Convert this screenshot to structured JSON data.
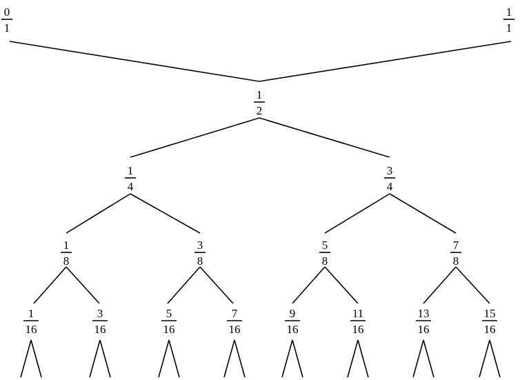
{
  "diagram": {
    "nodes": [
      {
        "id": "n0_1",
        "numerator": "0",
        "denominator": "1"
      },
      {
        "id": "n1_1",
        "numerator": "1",
        "denominator": "1"
      },
      {
        "id": "n1_2",
        "numerator": "1",
        "denominator": "2"
      },
      {
        "id": "n1_4",
        "numerator": "1",
        "denominator": "4"
      },
      {
        "id": "n3_4",
        "numerator": "3",
        "denominator": "4"
      },
      {
        "id": "n1_8",
        "numerator": "1",
        "denominator": "8"
      },
      {
        "id": "n3_8",
        "numerator": "3",
        "denominator": "8"
      },
      {
        "id": "n5_8",
        "numerator": "5",
        "denominator": "8"
      },
      {
        "id": "n7_8",
        "numerator": "7",
        "denominator": "8"
      },
      {
        "id": "n1_16",
        "numerator": "1",
        "denominator": "16"
      },
      {
        "id": "n3_16",
        "numerator": "3",
        "denominator": "16"
      },
      {
        "id": "n5_16",
        "numerator": "5",
        "denominator": "16"
      },
      {
        "id": "n7_16",
        "numerator": "7",
        "denominator": "16"
      },
      {
        "id": "n9_16",
        "numerator": "9",
        "denominator": "16"
      },
      {
        "id": "n11_16",
        "numerator": "11",
        "denominator": "16"
      },
      {
        "id": "n13_16",
        "numerator": "13",
        "denominator": "16"
      },
      {
        "id": "n15_16",
        "numerator": "15",
        "denominator": "16"
      }
    ],
    "edges": [
      [
        "n0_1",
        "n1_2"
      ],
      [
        "n1_1",
        "n1_2"
      ],
      [
        "n1_2",
        "n1_4"
      ],
      [
        "n1_2",
        "n3_4"
      ],
      [
        "n1_4",
        "n1_8"
      ],
      [
        "n1_4",
        "n3_8"
      ],
      [
        "n3_4",
        "n5_8"
      ],
      [
        "n3_4",
        "n7_8"
      ],
      [
        "n1_8",
        "n1_16"
      ],
      [
        "n1_8",
        "n3_16"
      ],
      [
        "n3_8",
        "n5_16"
      ],
      [
        "n3_8",
        "n7_16"
      ],
      [
        "n5_8",
        "n9_16"
      ],
      [
        "n5_8",
        "n11_16"
      ],
      [
        "n7_8",
        "n13_16"
      ],
      [
        "n7_8",
        "n15_16"
      ]
    ],
    "open_branches_below": [
      "n1_16",
      "n3_16",
      "n5_16",
      "n7_16",
      "n9_16",
      "n11_16",
      "n13_16",
      "n15_16"
    ]
  }
}
